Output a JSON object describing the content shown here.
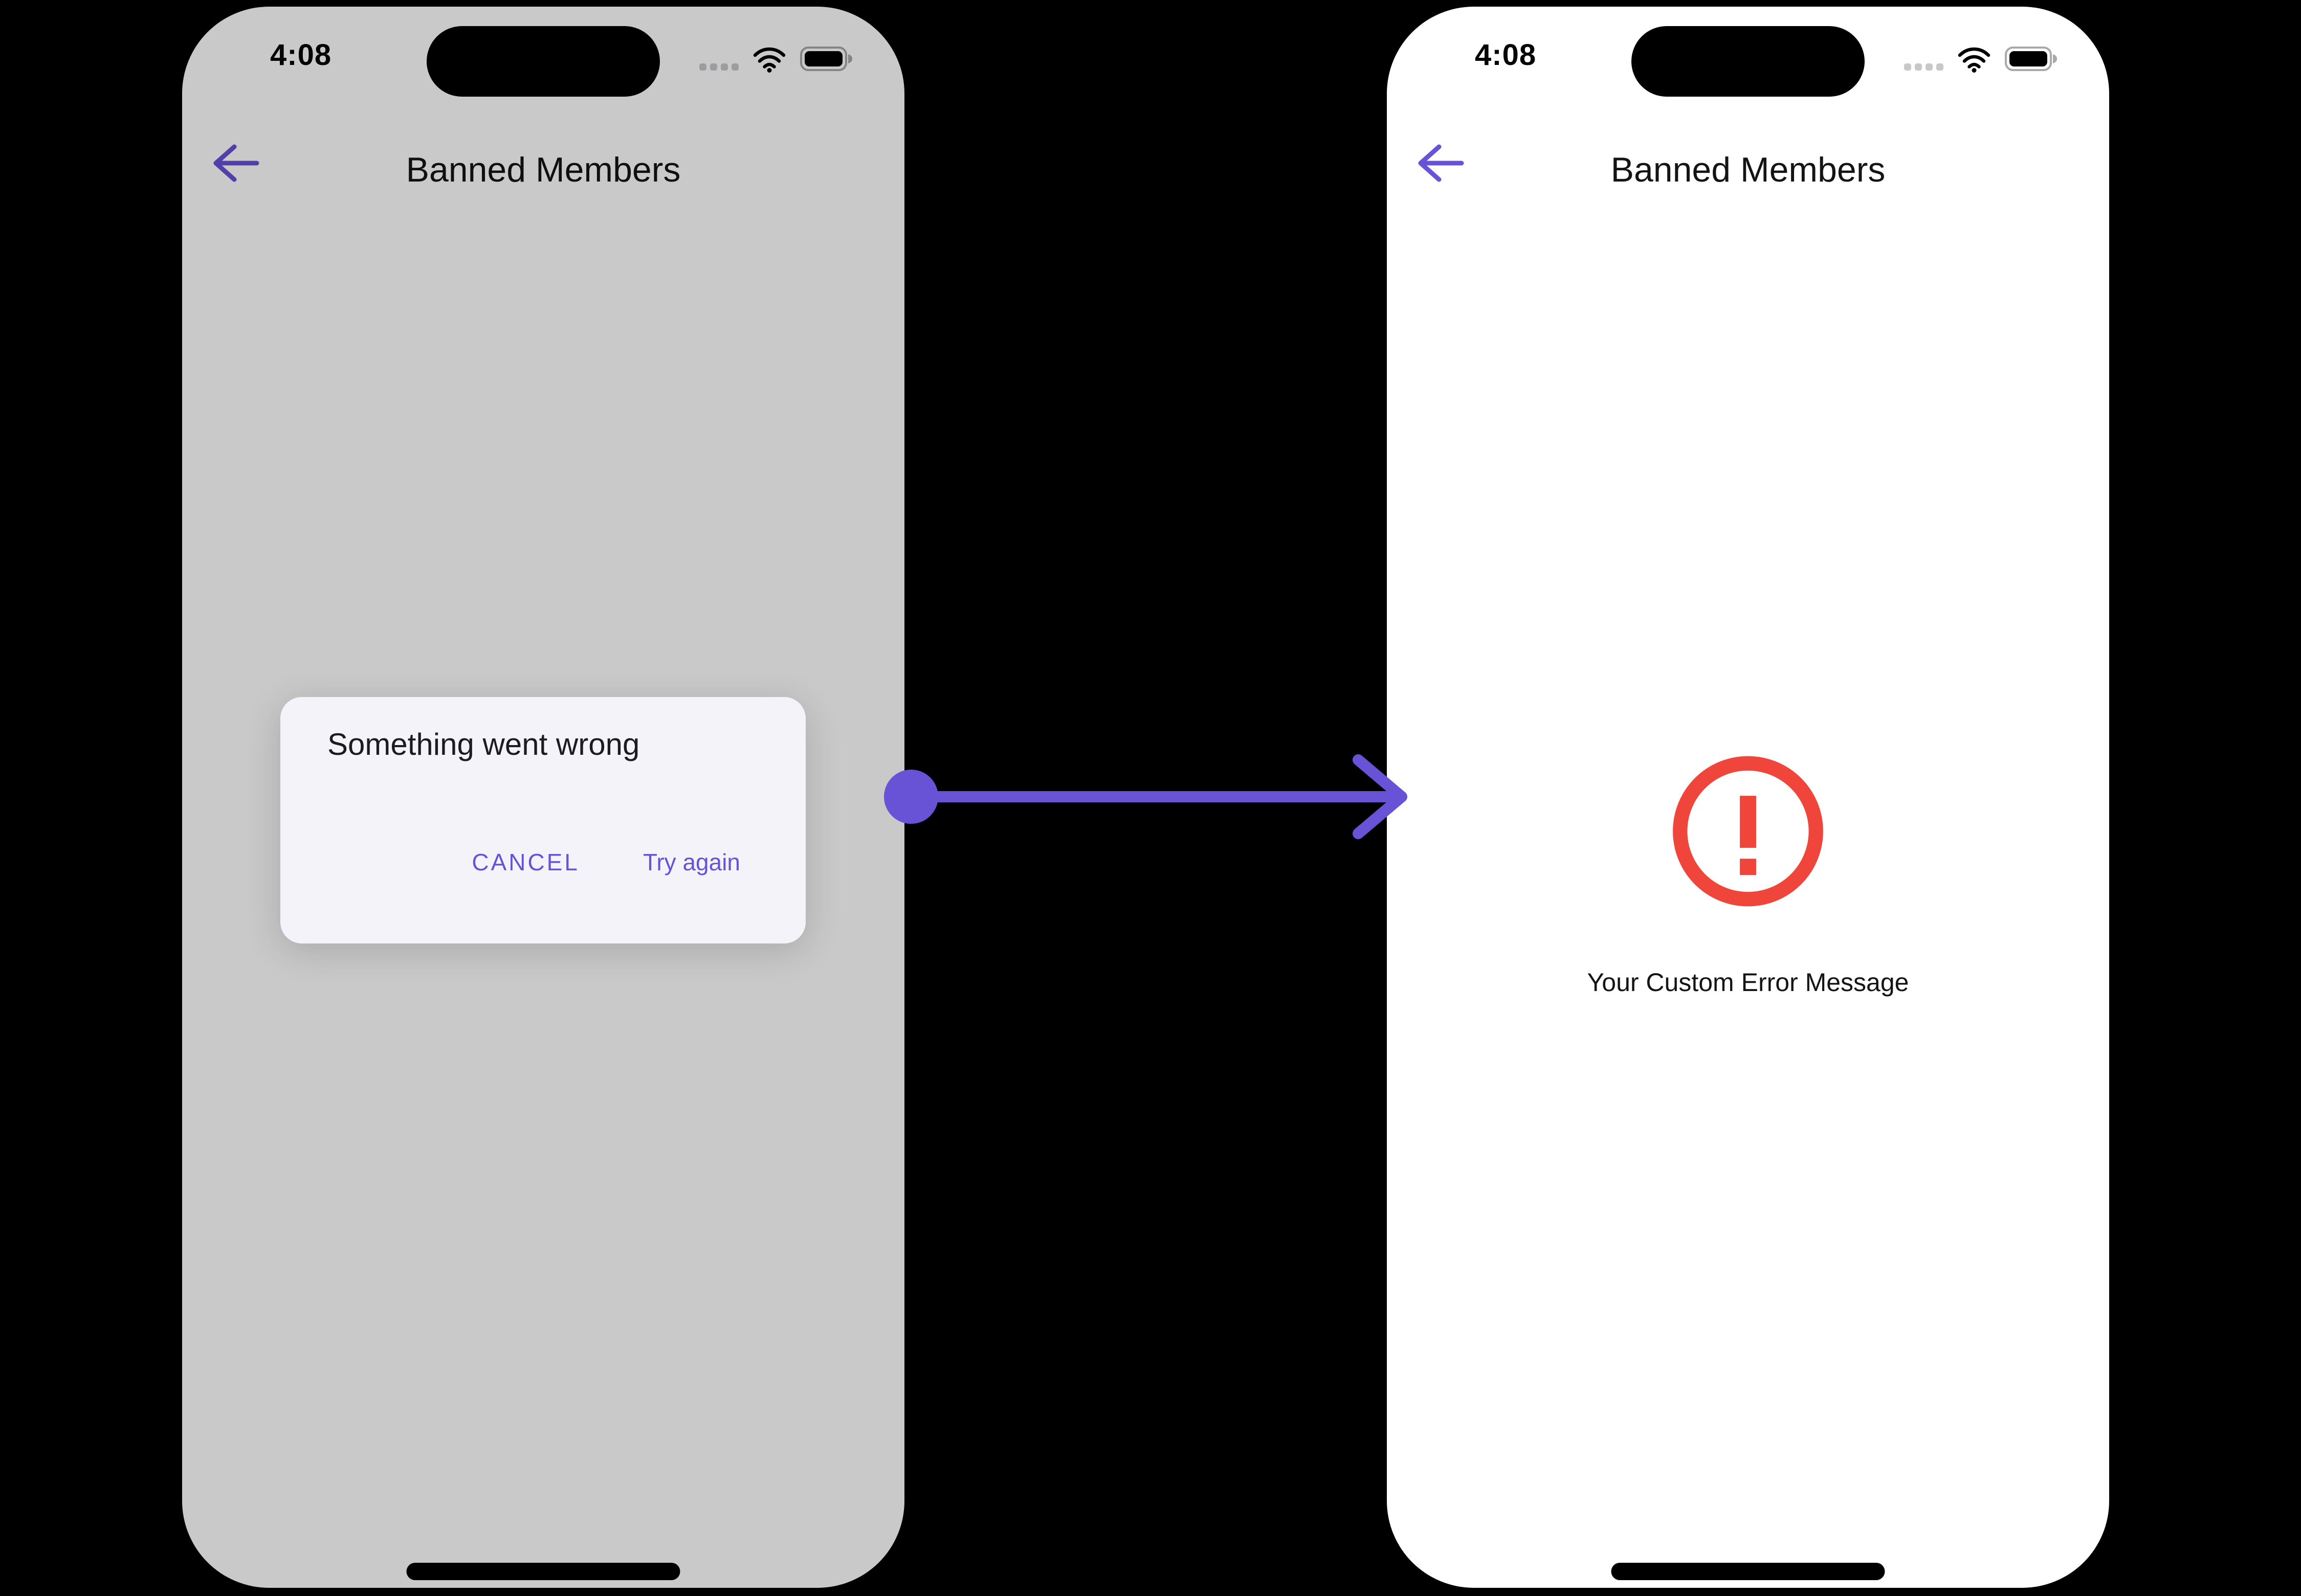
{
  "colors": {
    "canvas_bg": "#000000",
    "phone_bg": "#FFFFFF",
    "accent": "#6852D6",
    "error": "#F0453A",
    "text_primary": "#141414",
    "dialog_bg": "#F5F3FA",
    "dialog_text": "#1C1C1F",
    "scrim": "rgba(0,0,0,0.21)",
    "status_muted": "#C8C8CA",
    "battery_outline": "#A9A9AB"
  },
  "left_phone": {
    "status_bar": {
      "time": "4:08",
      "icons": [
        "cellular-signal-icon",
        "wifi-icon",
        "battery-icon"
      ]
    },
    "nav": {
      "back_icon": "back-arrow-icon",
      "title": "Banned Members"
    },
    "dialog": {
      "title": "Something went wrong",
      "actions": {
        "cancel": "CANCEL",
        "try_again": "Try again"
      }
    },
    "home_indicator": "home-indicator-bar"
  },
  "connector": {
    "type": "flow-arrow",
    "direction": "left-to-right"
  },
  "right_phone": {
    "status_bar": {
      "time": "4:08",
      "icons": [
        "cellular-signal-icon",
        "wifi-icon",
        "battery-icon"
      ]
    },
    "nav": {
      "back_icon": "back-arrow-icon",
      "title": "Banned Members"
    },
    "error_state": {
      "icon": "error-circle-icon",
      "message": "Your Custom Error Message"
    },
    "home_indicator": "home-indicator-bar"
  }
}
